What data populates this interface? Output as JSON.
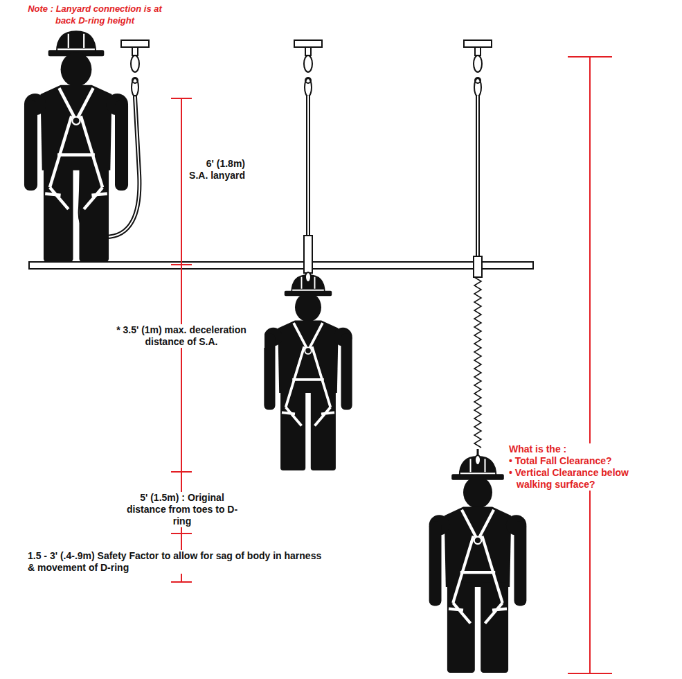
{
  "diagram": {
    "labels": [
      "Note : Lanyard connection is at back D-ring height",
      "6' (1.8m) S.A. lanyard",
      "* 3.5' (1m) max. deceleration distance of S.A.",
      "5' (1.5m) : Original distance from toes to D-ring",
      "1.5 - 3' (.4-.9m) Safety Factor to allow for sag of body in harness & movement of D-ring",
      "What is the :",
      "• Total Fall Clearance?",
      "• Vertical Clearance below walking surface?"
    ]
  }
}
